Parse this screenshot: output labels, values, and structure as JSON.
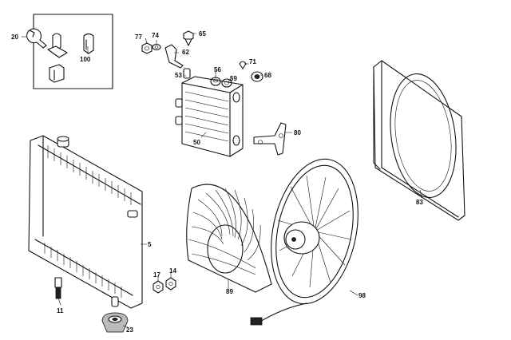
{
  "diagram": {
    "labels": {
      "p20": "20",
      "p100": "100",
      "p77": "77",
      "p74": "74",
      "p65": "65",
      "p62": "62",
      "p71": "71",
      "p53": "53",
      "p56": "56",
      "p59": "59",
      "p68": "68",
      "p50": "50",
      "p80": "80",
      "p83": "83",
      "p5": "5",
      "p17": "17",
      "p14": "14",
      "p89": "89",
      "p98": "98",
      "p11": "11",
      "p23": "23"
    }
  }
}
